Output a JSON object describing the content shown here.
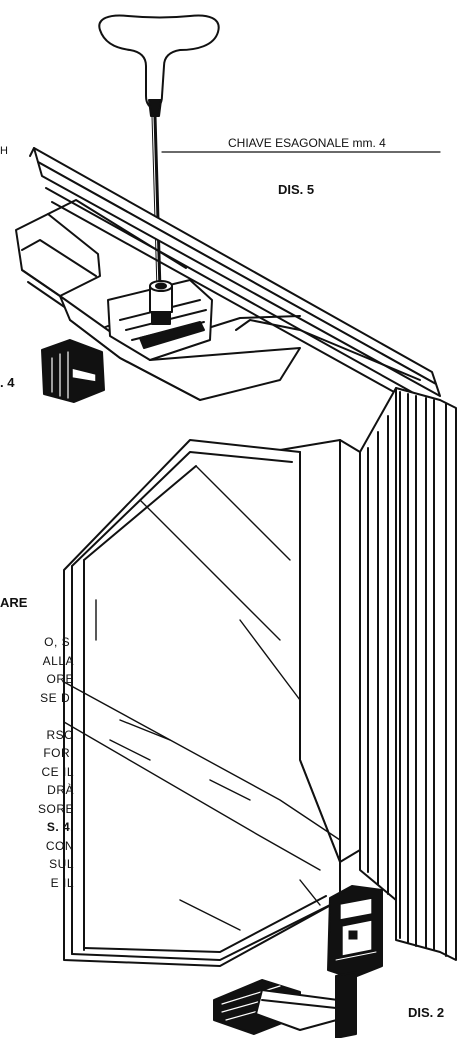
{
  "labels": {
    "tool": "CHIAVE ESAGONALE mm. 4",
    "dis5": "DIS. 5",
    "dis2": "DIS. 2",
    "edge_h": "H",
    "edge_dis4": ". 4",
    "edge_title": "ARE"
  },
  "edge_text_lines": [
    "O, SI",
    "ALLA",
    "ORE",
    "SE DI",
    "",
    "RSO",
    "FORI",
    "CE IL",
    "DRÀ",
    "SORE",
    "S. 4.",
    "CON",
    "SUL",
    "E IL"
  ]
}
